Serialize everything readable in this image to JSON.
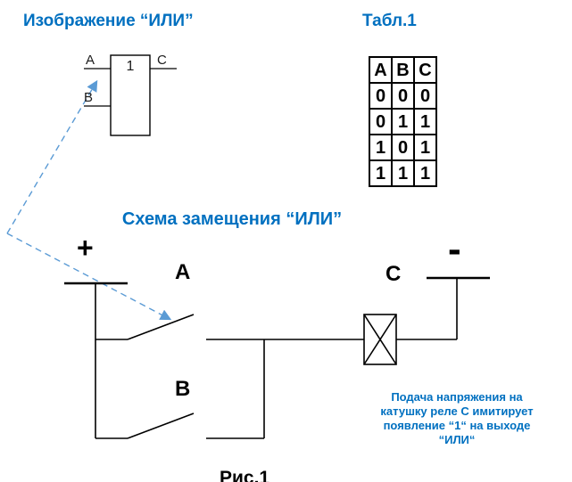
{
  "titles": {
    "gate_title": "Изображение “ИЛИ”",
    "table_title": "Табл.1",
    "circuit_title": "Схема замещения “ИЛИ”",
    "figure_caption": "Рис.1"
  },
  "gate": {
    "symbol": "1",
    "input_a": "A",
    "input_b": "B",
    "output_c": "C"
  },
  "truth_table": {
    "headers": [
      "A",
      "B",
      "C"
    ],
    "rows": [
      [
        "0",
        "0",
        "0"
      ],
      [
        "0",
        "1",
        "1"
      ],
      [
        "1",
        "0",
        "1"
      ],
      [
        "1",
        "1",
        "1"
      ]
    ]
  },
  "circuit": {
    "plus_terminal": "+",
    "minus_terminal": "-",
    "switch_a_label": "А",
    "switch_b_label": "В",
    "relay_label": "С"
  },
  "note": {
    "lines": [
      "Подача напряжения на",
      "катушку реле С имитирует",
      "появление “1“ на выходе",
      "“ИЛИ“"
    ]
  },
  "colors": {
    "title_blue": "#0070C0",
    "arrow_blue": "#5B9BD5",
    "line_black": "#000000"
  }
}
